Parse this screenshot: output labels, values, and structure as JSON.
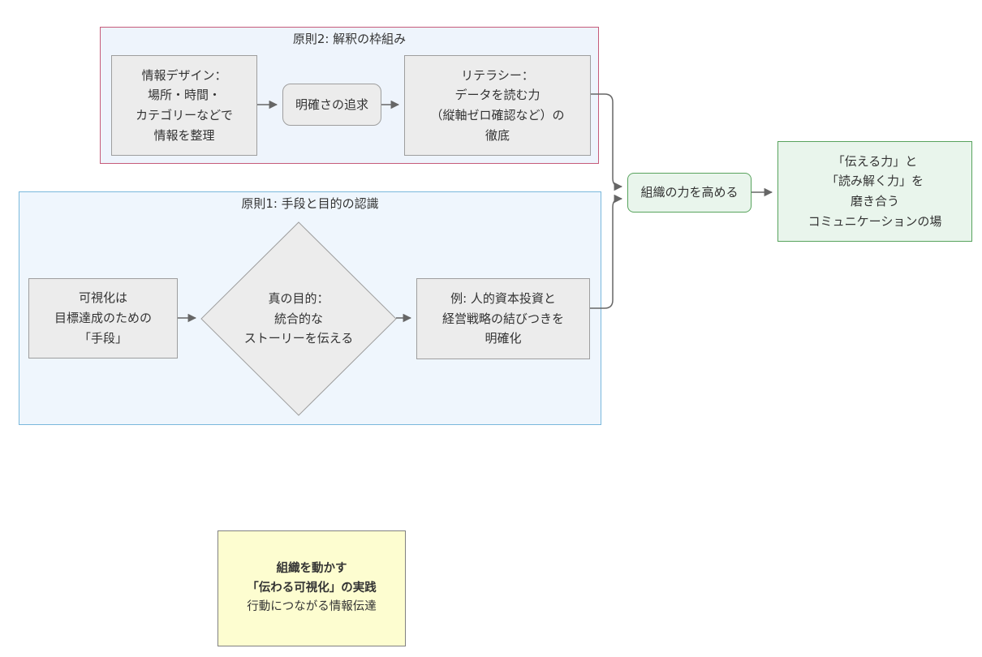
{
  "diagram": {
    "type": "flowchart",
    "clusters": [
      {
        "id": "principle2",
        "title": "原則2: 解釈の枠組み"
      },
      {
        "id": "principle1",
        "title": "原則1: 手段と目的の認識"
      }
    ],
    "nodes": {
      "info_design": {
        "shape": "rect",
        "label": "情報デザイン：\n場所・時間・\nカテゴリーなどで\n情報を整理"
      },
      "clarity": {
        "shape": "rounded",
        "label": "明確さの追求"
      },
      "literacy": {
        "shape": "rect",
        "label": "リテラシー：\nデータを読む力\n（縦軸ゼロ確認など）の\n徹底"
      },
      "means": {
        "shape": "rect",
        "label": "可視化は\n目標達成のための\n「手段」"
      },
      "true_purpose": {
        "shape": "diamond",
        "label": "真の目的：\n統合的な\nストーリーを伝える"
      },
      "example": {
        "shape": "rect",
        "label": "例: 人的資本投資と\n経営戦略の結びつきを\n明確化"
      },
      "strengthen": {
        "shape": "rounded",
        "label": "組織の力を高める"
      },
      "communication": {
        "shape": "rect",
        "label": "「伝える力」と\n「読み解く力」を\n磨き合う\nコミュニケーションの場"
      },
      "practice": {
        "shape": "rect",
        "title": "組織を動かす\n「伝わる可視化」の実践",
        "subtitle": "行動につながる情報伝達"
      }
    },
    "edges": [
      {
        "from": "info_design",
        "to": "clarity"
      },
      {
        "from": "clarity",
        "to": "literacy"
      },
      {
        "from": "means",
        "to": "true_purpose"
      },
      {
        "from": "true_purpose",
        "to": "example"
      },
      {
        "from": "literacy",
        "to": "strengthen"
      },
      {
        "from": "example",
        "to": "strengthen"
      },
      {
        "from": "strengthen",
        "to": "communication"
      }
    ],
    "colors": {
      "canvas_bg": "#ffffff",
      "text_color": "#333333",
      "cluster2_border": "#c65b7a",
      "cluster2_fill": "#eef4fc",
      "cluster1_border": "#7ab8dc",
      "cluster1_fill": "#eff6fd",
      "node_fill": "#ececec",
      "node_border": "#9e9e9e",
      "green_fill": "#e9f5ec",
      "green_border": "#58a35d",
      "yellow_fill": "#fdfdd0",
      "yellow_border": "#808080",
      "edge_color": "#666666"
    }
  }
}
